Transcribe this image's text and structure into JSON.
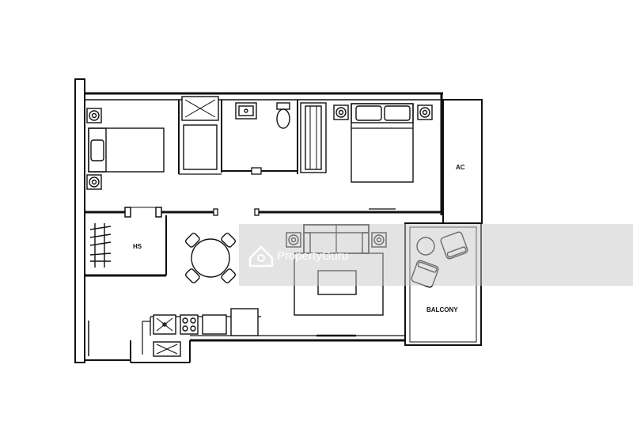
{
  "rooms": {
    "ac": "AC",
    "hs": "HS",
    "balcony": "BALCONY"
  },
  "watermark": {
    "text": "PropertyGuru"
  }
}
